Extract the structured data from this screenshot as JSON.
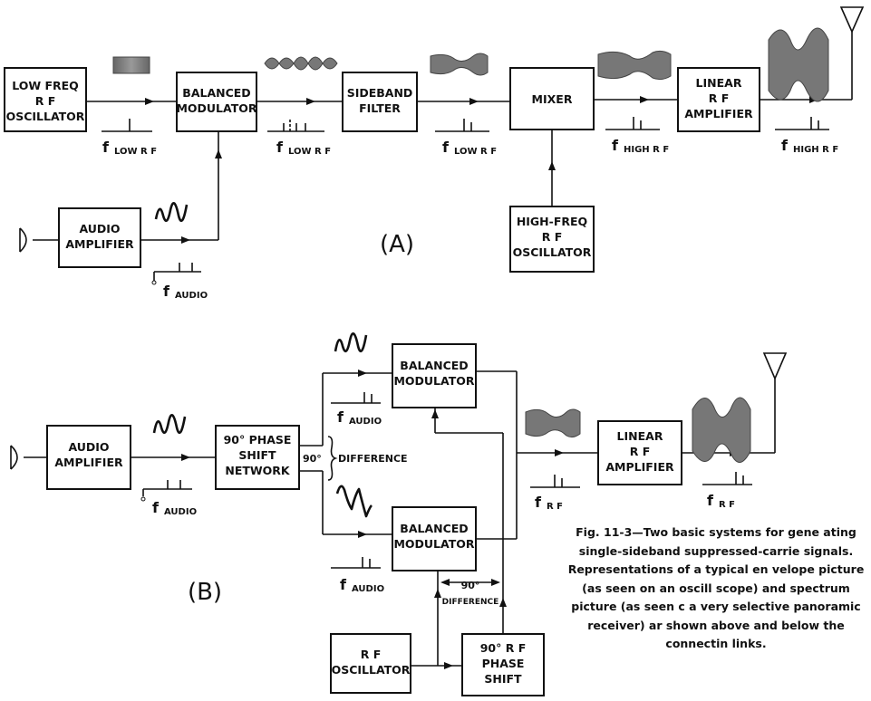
{
  "part_a": {
    "label": "(A)",
    "blocks": {
      "low_freq_osc": [
        "LOW FREQ",
        "R F",
        "OSCILLATOR"
      ],
      "balanced_modulator": [
        "BALANCED",
        "MODULATOR"
      ],
      "sideband_filter": [
        "SIDEBAND",
        "FILTER"
      ],
      "mixer": [
        "MIXER"
      ],
      "linear_amp": [
        "LINEAR",
        "R F",
        "AMPLIFIER"
      ],
      "audio_amp": [
        "AUDIO",
        "AMPLIFIER"
      ],
      "high_freq_osc": [
        "HIGH-FREQ",
        "R F",
        "OSCILLATOR"
      ]
    },
    "spectrum_labels": [
      {
        "f": "f",
        "sub": "LOW R F"
      },
      {
        "f": "f",
        "sub": "LOW R F"
      },
      {
        "f": "f",
        "sub": "LOW R F"
      },
      {
        "f": "f",
        "sub": "HIGH R F"
      },
      {
        "f": "f",
        "sub": "HIGH R F"
      },
      {
        "f": "f",
        "sub": "AUDIO"
      }
    ]
  },
  "part_b": {
    "label": "(B)",
    "blocks": {
      "audio_amp": [
        "AUDIO",
        "AMPLIFIER"
      ],
      "phase_shift_network": [
        "90° PHASE",
        "SHIFT",
        "NETWORK"
      ],
      "balanced_mod_top": [
        "BALANCED",
        "MODULATOR"
      ],
      "balanced_mod_bottom": [
        "BALANCED",
        "MODULATOR"
      ],
      "linear_amp": [
        "LINEAR",
        "R F",
        "AMPLIFIER"
      ],
      "rf_osc": [
        "R F",
        "OSCILLATOR"
      ],
      "rf_phase_shift": [
        "90° R F",
        "PHASE",
        "SHIFT"
      ]
    },
    "difference_label": "90°",
    "difference_text": "DIFFERENCE",
    "lower_difference_deg": "90°",
    "lower_difference_text": "DIFFERENCE",
    "spectrum_labels": [
      {
        "f": "f",
        "sub": "AUDIO"
      },
      {
        "f": "f",
        "sub": "AUDIO"
      },
      {
        "f": "f",
        "sub": "AUDIO"
      },
      {
        "f": "f",
        "sub": "R F"
      },
      {
        "f": "f",
        "sub": "R F"
      }
    ]
  },
  "caption": "Fig. 11-3—Two basic systems for gene ating single-sideband suppressed-carrie signals. Representations of a typical en velope picture (as seen on an oscill scope) and spectrum picture (as seen c a very selective panoramic receiver) ar shown above and below the connectin links."
}
